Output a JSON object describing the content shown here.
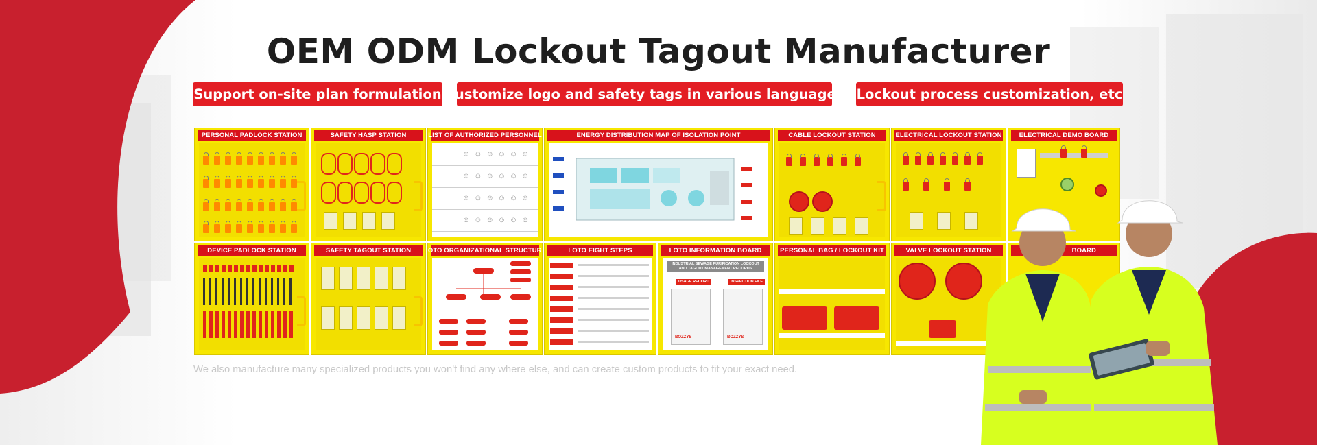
{
  "colors": {
    "brand_red": "#e31e24",
    "board_yellow": "#f7e700",
    "title_dark": "#1e1e1e",
    "caption_gray": "#c8c8c8",
    "vest_yellow": "#d7ff1f"
  },
  "banner": {
    "title": "OEM ODM Lockout Tagout Manufacturer",
    "features": [
      "Support on-site plan formulation",
      "Customize logo and safety tags in various languages",
      "Lockout process customization, etc"
    ],
    "caption": "We also manufacture many specialized products you won't find any where else, and can create custom products to fit your exact need."
  },
  "boards": {
    "top": [
      "PERSONAL PADLOCK STATION",
      "SAFETY HASP STATION",
      "LIST OF AUTHORIZED PERSONNEL",
      "ENERGY DISTRIBUTION MAP OF ISOLATION POINT",
      "CABLE LOCKOUT STATION",
      "ELECTRICAL LOCKOUT STATION",
      "ELECTRICAL DEMO BOARD"
    ],
    "bottom": [
      "DEVICE PADLOCK STATION",
      "SAFETY TAGOUT STATION",
      "LOTO ORGANIZATIONAL STRUCTURE",
      "LOTO EIGHT STEPS",
      "LOTO INFORMATION BOARD",
      "PERSONAL BAG / LOCKOUT KIT",
      "VALVE LOCKOUT STATION",
      "BOARD"
    ]
  },
  "info_board": {
    "heading": "INDUSTRIAL SEWAGE PURIFICATION LOCKOUT AND TAGOUT MANAGEMENT RECORDS",
    "usage_record": "USAGE RECORD",
    "inspection_file": "INSPECTION FILE",
    "brand": "BOZZYS"
  },
  "icons": [
    "hard-hat-icon",
    "tablet-icon"
  ]
}
